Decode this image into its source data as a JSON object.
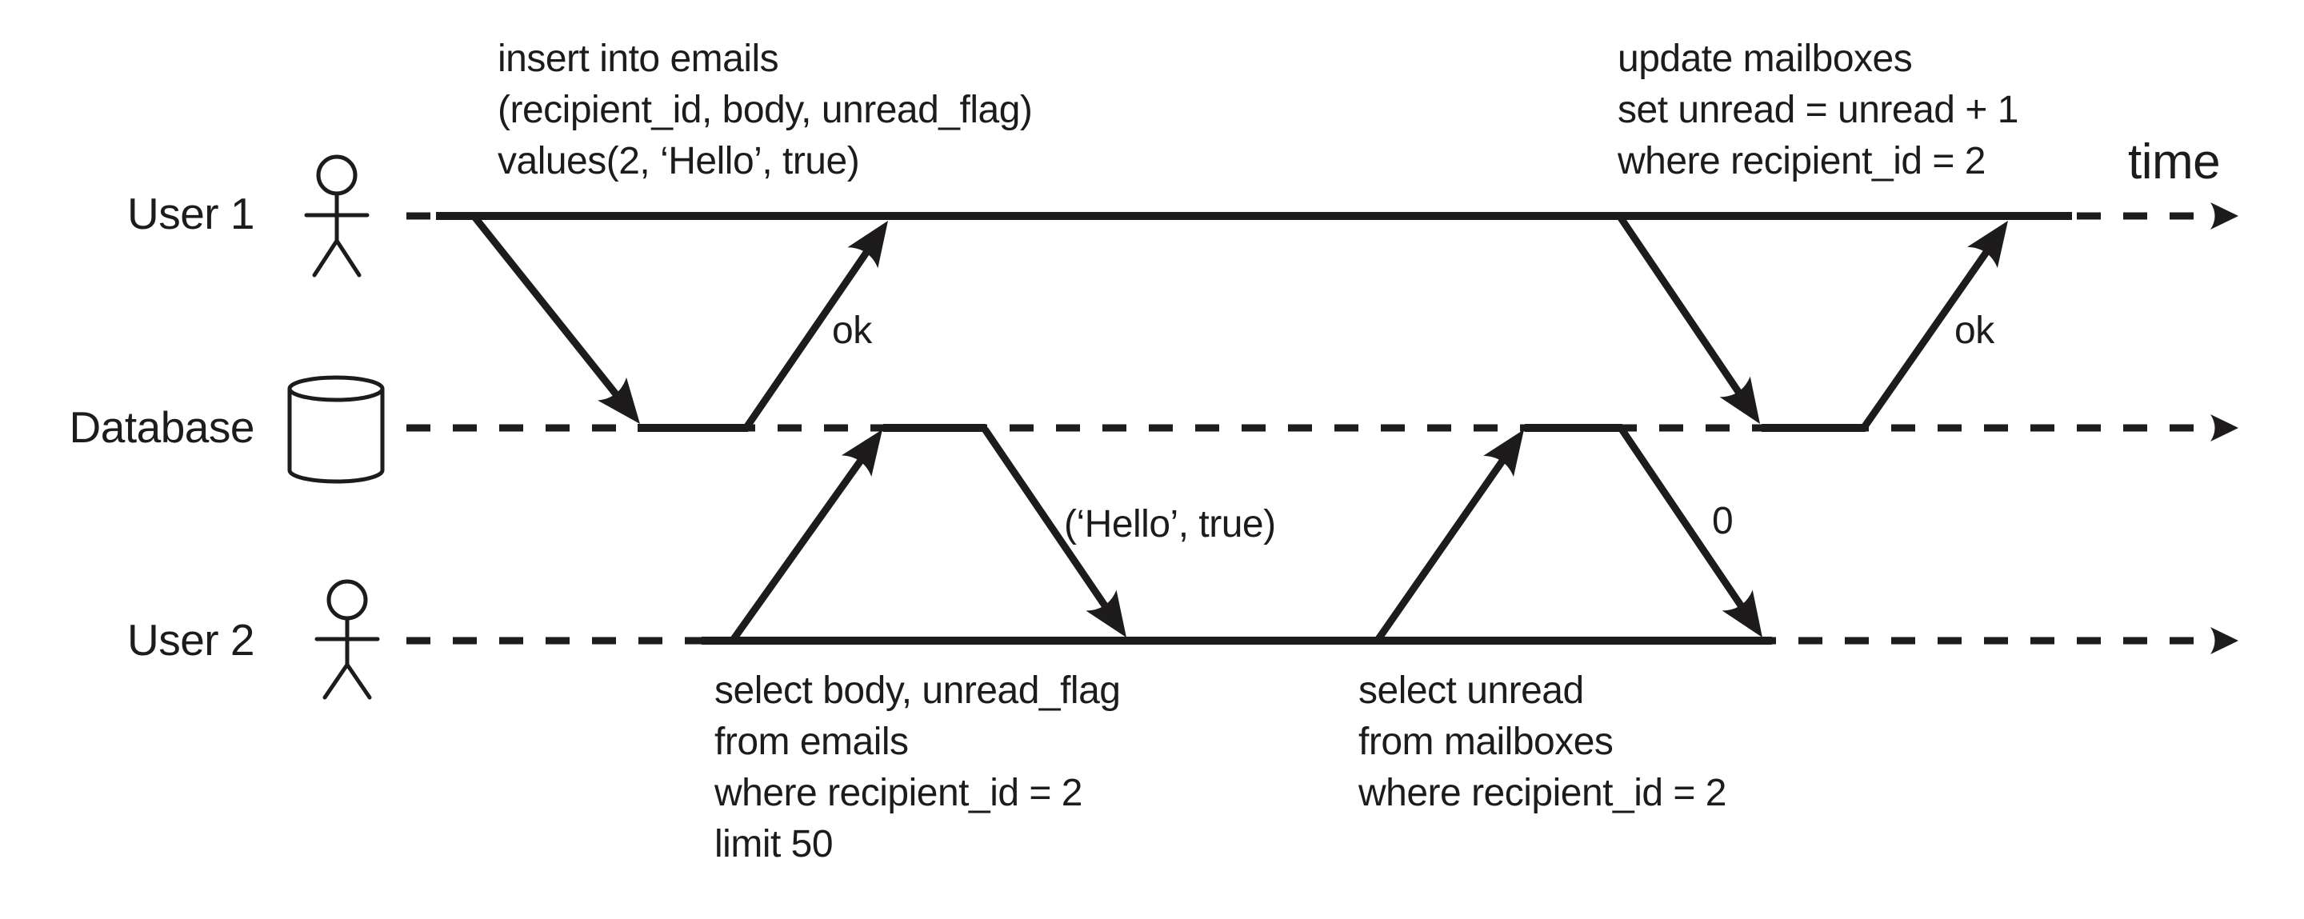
{
  "diagram_type": "sequence-diagram",
  "ink_color": "#1d1b1c",
  "background_color": "#ffffff",
  "time_axis_label": "time",
  "lanes": [
    {
      "id": "user1",
      "label": "User 1",
      "icon": "person-icon"
    },
    {
      "id": "database",
      "label": "Database",
      "icon": "database-cylinder-icon"
    },
    {
      "id": "user2",
      "label": "User 2",
      "icon": "person-icon"
    }
  ],
  "annotations": {
    "insert_query": "insert into emails\n(recipient_id, body, unread_flag)\nvalues(2, ‘Hello’, true)",
    "update_query": "update mailboxes\nset unread = unread + 1\nwhere recipient_id = 2",
    "select_emails_query": "select body, unread_flag\nfrom emails\nwhere recipient_id = 2\nlimit 50",
    "select_mailboxes_query": "select unread\nfrom mailboxes\nwhere recipient_id = 2"
  },
  "messages": [
    {
      "from": "User 1",
      "to": "Database",
      "kind": "request",
      "label": "",
      "query_ref": "insert_query"
    },
    {
      "from": "Database",
      "to": "User 1",
      "kind": "response",
      "label": "ok"
    },
    {
      "from": "User 2",
      "to": "Database",
      "kind": "request",
      "label": "",
      "query_ref": "select_emails_query"
    },
    {
      "from": "Database",
      "to": "User 2",
      "kind": "response",
      "label": "(‘Hello’, true)"
    },
    {
      "from": "User 2",
      "to": "Database",
      "kind": "request",
      "label": "",
      "query_ref": "select_mailboxes_query"
    },
    {
      "from": "Database",
      "to": "User 2",
      "kind": "response",
      "label": "0"
    },
    {
      "from": "User 1",
      "to": "Database",
      "kind": "request",
      "label": "",
      "query_ref": "update_query"
    },
    {
      "from": "Database",
      "to": "User 1",
      "kind": "response",
      "label": "ok"
    }
  ]
}
